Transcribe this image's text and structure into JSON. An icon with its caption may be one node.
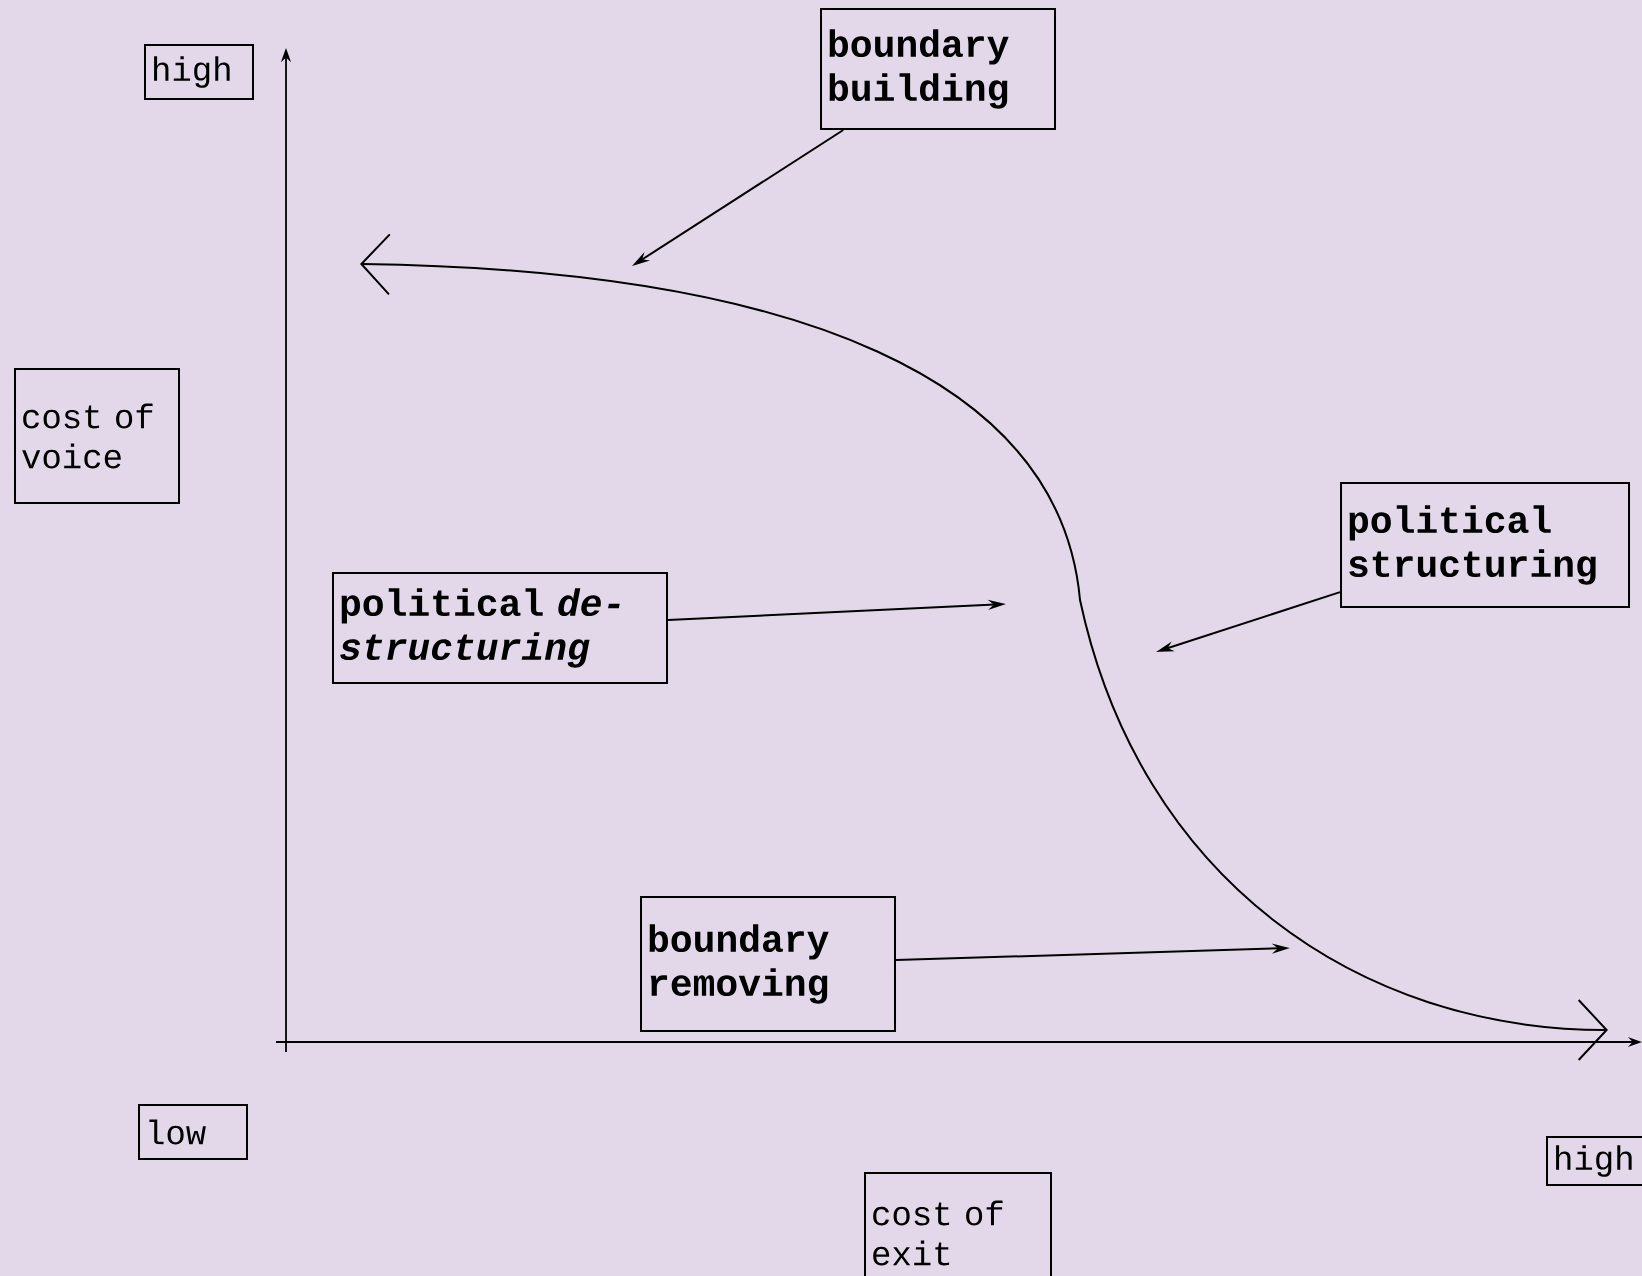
{
  "diagram": {
    "nodes": [
      {
        "text": [
          "high"
        ]
      },
      {
        "text": [
          "boundary building"
        ]
      },
      {
        "text": [
          "cost of voice"
        ]
      },
      {
        "text": [
          "political structuring"
        ]
      },
      {
        "text": [
          "political *de-structuring*"
        ]
      },
      {
        "text": [
          "boundary removing"
        ]
      },
      {
        "text": [
          "low"
        ]
      },
      {
        "text": [
          "high"
        ]
      },
      {
        "text": [
          "cost of exit"
        ]
      }
    ],
    "edges": [
      {
        "from": 1,
        "to": null,
        "arrow": "to"
      },
      {
        "from": 3,
        "to": null,
        "arrow": "to"
      },
      {
        "from": 4,
        "to": null,
        "arrow": "to"
      },
      {
        "from": 5,
        "to": null,
        "arrow": "to"
      }
    ]
  }
}
